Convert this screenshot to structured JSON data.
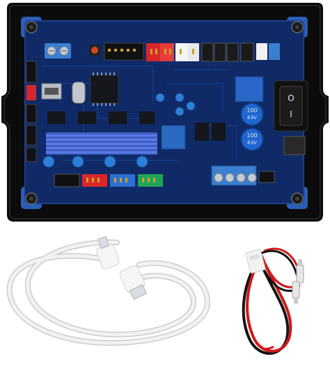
{
  "product": {
    "switch_on_mark": "I",
    "switch_off_mark": "O",
    "capacitor_1": {
      "value": "100",
      "voltage": "63V"
    },
    "capacitor_2": {
      "value": "100",
      "voltage": "63V"
    }
  },
  "colors": {
    "pcb": "#0f2a66",
    "enclosure": "#0b0b0b",
    "standoff": "#2f6fd6",
    "terminal_block": "#3a7fd0",
    "usb_cable": "#f2f2f2",
    "wire_red": "#d01818",
    "wire_black": "#141414"
  },
  "icons": [
    "screw-icon",
    "rocker-switch-icon",
    "usb-plug-icon",
    "jst-plug-icon",
    "spade-terminal-icon"
  ]
}
